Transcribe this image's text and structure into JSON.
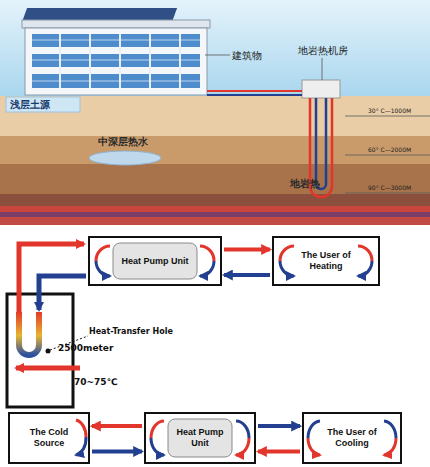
{
  "diagram": {
    "nodes": [
      {
        "text": [
          "Heat Pump Unit"
        ]
      },
      {
        "text": [
          "The User of Heating"
        ]
      },
      {
        "text": [
          "The Cold Source"
        ]
      },
      {
        "text": [
          "Heat Pump Unit"
        ]
      },
      {
        "text": [
          "The User of Cooling"
        ]
      }
    ],
    "edges": [
      {
        "from": 0,
        "to": 1,
        "arrow": "to"
      },
      {
        "from": 1,
        "to": 0,
        "arrow": "to"
      },
      {
        "from": 3,
        "to": 2,
        "arrow": "to"
      },
      {
        "from": 2,
        "to": 3,
        "arrow": "to"
      },
      {
        "from": 3,
        "to": 4,
        "arrow": "to"
      },
      {
        "from": 4,
        "to": 3,
        "arrow": "to"
      }
    ],
    "labels": [
      "建筑物",
      "地岩热机房",
      "浅层土源",
      "中深层热水",
      "地岩热",
      "30° C—1000M",
      "60° C—2000M",
      "90° C—3000M",
      "Heat-Transfer Hole",
      "2500meter",
      "70~75℃"
    ]
  }
}
